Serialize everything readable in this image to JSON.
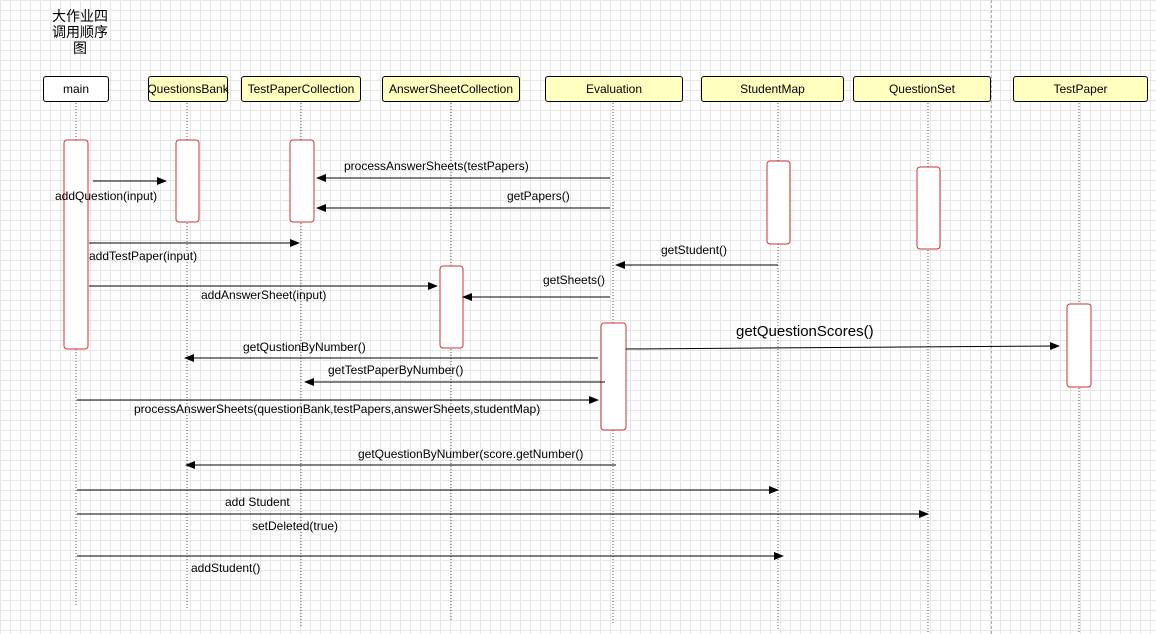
{
  "diagram_title": "大作业四\n调用顺序\n图",
  "participants": [
    {
      "key": "main",
      "label": "main",
      "color": "#ffffff"
    },
    {
      "key": "questionsBank",
      "label": "QuestionsBank",
      "color": "#ffffc0"
    },
    {
      "key": "testPaperCollection",
      "label": "TestPaperCollection",
      "color": "#ffffc0"
    },
    {
      "key": "answerSheetCollection",
      "label": "AnswerSheetCollection",
      "color": "#ffffc0"
    },
    {
      "key": "evaluation",
      "label": "Evaluation",
      "color": "#ffffc0"
    },
    {
      "key": "studentMap",
      "label": "StudentMap",
      "color": "#ffffc0"
    },
    {
      "key": "questionSet",
      "label": "QuestionSet",
      "color": "#ffffc0"
    },
    {
      "key": "testPaper",
      "label": "TestPaper",
      "color": "#ffffc0"
    }
  ],
  "messages": [
    {
      "from": "evaluation",
      "to": "testPaperCollection",
      "label": "processAnswerSheets(testPapers)"
    },
    {
      "from": "main",
      "to": "questionsBank",
      "label": "addQuestion(input)"
    },
    {
      "from": "evaluation",
      "to": "testPaperCollection",
      "label": "getPapers()"
    },
    {
      "from": "main",
      "to": "testPaperCollection",
      "label": "addTestPaper(input)"
    },
    {
      "from": "studentMap",
      "to": "evaluation",
      "label": "getStudent()"
    },
    {
      "from": "evaluation",
      "to": "answerSheetCollection",
      "label": "getSheets()"
    },
    {
      "from": "main",
      "to": "answerSheetCollection",
      "label": "addAnswerSheet(input)"
    },
    {
      "from": "evaluation",
      "to": "testPaper",
      "label": "getQuestionScores()"
    },
    {
      "from": "evaluation",
      "to": "questionsBank",
      "label": "getQustionByNumber()"
    },
    {
      "from": "evaluation",
      "to": "testPaperCollection",
      "label": "getTestPaperByNumber()"
    },
    {
      "from": "main",
      "to": "evaluation",
      "label": "processAnswerSheets(questionBank,testPapers,answerSheets,studentMap)"
    },
    {
      "from": "evaluation",
      "to": "questionsBank",
      "label": "getQuestionByNumber(score.getNumber()"
    },
    {
      "from": "main",
      "to": "studentMap",
      "label": "add Student"
    },
    {
      "from": "main",
      "to": "questionSet",
      "label": "setDeleted(true)"
    },
    {
      "from": "main",
      "to": "studentMap",
      "label": "addStudent()"
    }
  ],
  "colors": {
    "activation_border": "#cc3333",
    "lifeline": "#555555",
    "arrow": "#000000",
    "participant_border": "#000000"
  }
}
